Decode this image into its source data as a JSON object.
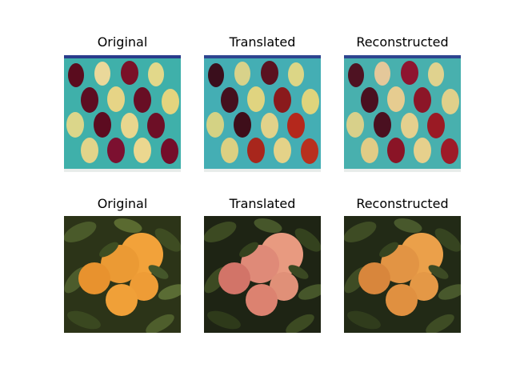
{
  "figure": {
    "rows": [
      {
        "subject": "apples",
        "panels": [
          {
            "title": "Original"
          },
          {
            "title": "Translated"
          },
          {
            "title": "Reconstructed"
          }
        ]
      },
      {
        "subject": "oranges",
        "panels": [
          {
            "title": "Original"
          },
          {
            "title": "Translated"
          },
          {
            "title": "Reconstructed"
          }
        ]
      }
    ]
  },
  "colors": {
    "apple_tray": "#3fb2ad",
    "apple_red": "#6e1225",
    "apple_yellow": "#e4d784",
    "orange_fruit": "#f0a03c",
    "foliage": "#2f3a1c"
  }
}
